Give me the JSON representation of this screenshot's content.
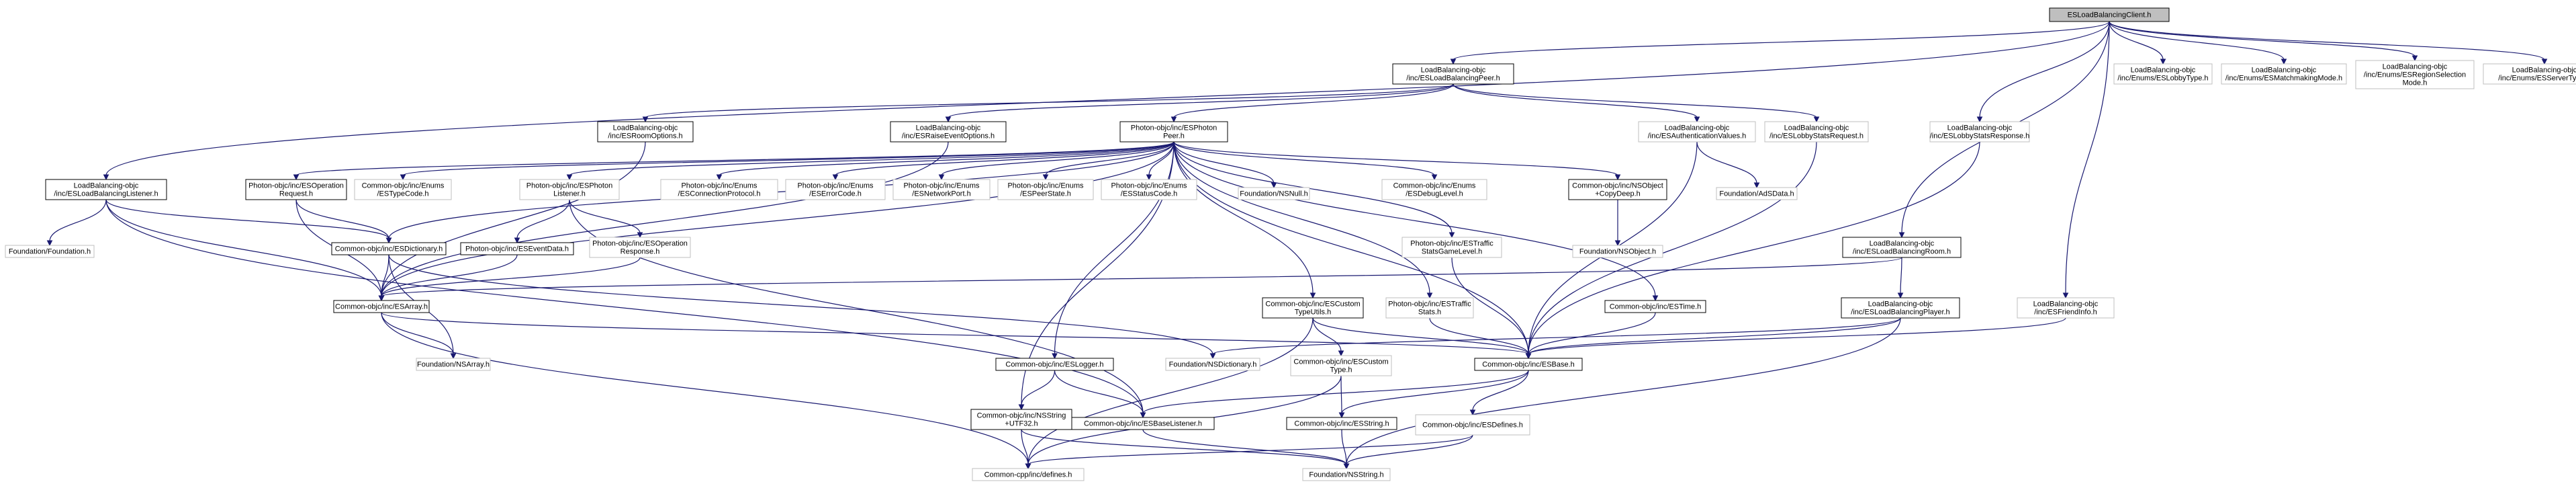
{
  "graph": {
    "title": "ESLoadBalancingClient.h",
    "colors": {
      "edge": "#191970",
      "root_fill": "#bfbfbf",
      "node_border": "#bfbfbf",
      "doc_border": "#000000",
      "background": "#ffffff"
    },
    "nodes": [
      {
        "id": "root",
        "lines": [
          "ESLoadBalancingClient.h"
        ],
        "kind": "root"
      },
      {
        "id": "peer",
        "lines": [
          "LoadBalancing-objc",
          "/inc/ESLoadBalancingPeer.h"
        ],
        "kind": "doc"
      },
      {
        "id": "lobbytype",
        "lines": [
          "LoadBalancing-objc",
          "/inc/Enums/ESLobbyType.h"
        ],
        "kind": "plain"
      },
      {
        "id": "matchmaking",
        "lines": [
          "LoadBalancing-objc",
          "/inc/Enums/ESMatchmakingMode.h"
        ],
        "kind": "plain"
      },
      {
        "id": "regionselection",
        "lines": [
          "LoadBalancing-objc",
          "/inc/Enums/ESRegionSelection",
          "Mode.h"
        ],
        "kind": "plain"
      },
      {
        "id": "servertype",
        "lines": [
          "LoadBalancing-objc",
          "/inc/Enums/ESServerType.h"
        ],
        "kind": "plain"
      },
      {
        "id": "roomoptions",
        "lines": [
          "LoadBalancing-objc",
          "/inc/ESRoomOptions.h"
        ],
        "kind": "doc"
      },
      {
        "id": "raiseevent",
        "lines": [
          "LoadBalancing-objc",
          "/inc/ESRaiseEventOptions.h"
        ],
        "kind": "doc"
      },
      {
        "id": "photonpeer",
        "lines": [
          "Photon-objc/inc/ESPhoton",
          "Peer.h"
        ],
        "kind": "doc"
      },
      {
        "id": "authvalues",
        "lines": [
          "LoadBalancing-objc",
          "/inc/ESAuthenticationValues.h"
        ],
        "kind": "plain"
      },
      {
        "id": "lobbystatsreq",
        "lines": [
          "LoadBalancing-objc",
          "/inc/ESLobbyStatsRequest.h"
        ],
        "kind": "plain"
      },
      {
        "id": "lobbystatsresp",
        "lines": [
          "LoadBalancing-objc",
          "/inc/ESLobbyStatsResponse.h"
        ],
        "kind": "plain"
      },
      {
        "id": "lblistener",
        "lines": [
          "LoadBalancing-objc",
          "/inc/ESLoadBalancingListener.h"
        ],
        "kind": "doc"
      },
      {
        "id": "photonop",
        "lines": [
          "Photon-objc/inc/ESOperation",
          "Request.h"
        ],
        "kind": "doc"
      },
      {
        "id": "typecode",
        "lines": [
          "Common-objc/inc/Enums",
          "/ESTypeCode.h"
        ],
        "kind": "plain"
      },
      {
        "id": "photonlistener",
        "lines": [
          "Photon-objc/inc/ESPhoton",
          "Listener.h"
        ],
        "kind": "plain"
      },
      {
        "id": "connproto",
        "lines": [
          "Photon-objc/inc/Enums",
          "/ESConnectionProtocol.h"
        ],
        "kind": "plain"
      },
      {
        "id": "errorcode",
        "lines": [
          "Photon-objc/inc/Enums",
          "/ESErrorCode.h"
        ],
        "kind": "plain"
      },
      {
        "id": "networkport",
        "lines": [
          "Photon-objc/inc/Enums",
          "/ESNetworkPort.h"
        ],
        "kind": "plain"
      },
      {
        "id": "peerstate",
        "lines": [
          "Photon-objc/inc/Enums",
          "/ESPeerState.h"
        ],
        "kind": "plain"
      },
      {
        "id": "statuscode",
        "lines": [
          "Photon-objc/inc/Enums",
          "/ESStatusCode.h"
        ],
        "kind": "plain"
      },
      {
        "id": "nsnull",
        "lines": [
          "Foundation/NSNull.h"
        ],
        "kind": "plain"
      },
      {
        "id": "debuglevel",
        "lines": [
          "Common-objc/inc/Enums",
          "/ESDebugLevel.h"
        ],
        "kind": "plain"
      },
      {
        "id": "nsobjectcopy",
        "lines": [
          "Common-objc/inc/NSObject",
          "+CopyDeep.h"
        ],
        "kind": "doc"
      },
      {
        "id": "adsdata",
        "lines": [
          "Foundation/AdSData.h"
        ],
        "kind": "plain"
      },
      {
        "id": "lbroom",
        "lines": [
          "LoadBalancing-objc",
          "/inc/ESLoadBalancingRoom.h"
        ],
        "kind": "doc"
      },
      {
        "id": "foundation",
        "lines": [
          "Foundation/Foundation.h"
        ],
        "kind": "plain"
      },
      {
        "id": "dictionary",
        "lines": [
          "Common-objc/inc/ESDictionary.h"
        ],
        "kind": "doc"
      },
      {
        "id": "eventdata",
        "lines": [
          "Photon-objc/inc/ESEventData.h"
        ],
        "kind": "doc"
      },
      {
        "id": "opresponse",
        "lines": [
          "Photon-objc/inc/ESOperation",
          "Response.h"
        ],
        "kind": "plain"
      },
      {
        "id": "trafficgame",
        "lines": [
          "Photon-objc/inc/ESTraffic",
          "StatsGameLevel.h"
        ],
        "kind": "plain"
      },
      {
        "id": "nsobject",
        "lines": [
          "Foundation/NSObject.h"
        ],
        "kind": "plain"
      },
      {
        "id": "esarray",
        "lines": [
          "Common-objc/inc/ESArray.h"
        ],
        "kind": "doc"
      },
      {
        "id": "customtypeutils",
        "lines": [
          "Common-objc/inc/ESCustom",
          "TypeUtils.h"
        ],
        "kind": "doc"
      },
      {
        "id": "trafficstats",
        "lines": [
          "Photon-objc/inc/ESTraffic",
          "Stats.h"
        ],
        "kind": "plain"
      },
      {
        "id": "estime",
        "lines": [
          "Common-objc/inc/ESTime.h"
        ],
        "kind": "doc"
      },
      {
        "id": "lbplayer",
        "lines": [
          "LoadBalancing-objc",
          "/inc/ESLoadBalancingPlayer.h"
        ],
        "kind": "doc"
      },
      {
        "id": "friendinfo",
        "lines": [
          "LoadBalancing-objc",
          "/inc/ESFriendInfo.h"
        ],
        "kind": "plain"
      },
      {
        "id": "nsarray",
        "lines": [
          "Foundation/NSArray.h"
        ],
        "kind": "plain"
      },
      {
        "id": "nsdictionary",
        "lines": [
          "Foundation/NSDictionary.h"
        ],
        "kind": "plain"
      },
      {
        "id": "customtype",
        "lines": [
          "Common-objc/inc/ESCustom",
          "Type.h"
        ],
        "kind": "plain"
      },
      {
        "id": "esbase",
        "lines": [
          "Common-objc/inc/ESBase.h"
        ],
        "kind": "doc"
      },
      {
        "id": "eslogger",
        "lines": [
          "Common-objc/inc/ESLogger.h"
        ],
        "kind": "doc"
      },
      {
        "id": "nsstringutf",
        "lines": [
          "Common-objc/inc/NSString",
          "+UTF32.h"
        ],
        "kind": "doc"
      },
      {
        "id": "baselistener",
        "lines": [
          "Common-objc/inc/ESBaseListener.h"
        ],
        "kind": "doc"
      },
      {
        "id": "esstring",
        "lines": [
          "Common-objc/inc/ESString.h"
        ],
        "kind": "doc"
      },
      {
        "id": "esdefines",
        "lines": [
          "Common-objc/inc/ESDefines.h"
        ],
        "kind": "plain"
      },
      {
        "id": "defines",
        "lines": [
          "Common-cpp/inc/defines.h"
        ],
        "kind": "plain"
      },
      {
        "id": "nsstring",
        "lines": [
          "Foundation/NSString.h"
        ],
        "kind": "plain"
      }
    ],
    "edges": [
      [
        "root",
        "peer"
      ],
      [
        "root",
        "lobbytype"
      ],
      [
        "root",
        "matchmaking"
      ],
      [
        "root",
        "regionselection"
      ],
      [
        "root",
        "servertype"
      ],
      [
        "root",
        "lbroom"
      ],
      [
        "root",
        "lobbystatsresp"
      ],
      [
        "root",
        "friendinfo"
      ],
      [
        "root",
        "lblistener"
      ],
      [
        "peer",
        "roomoptions"
      ],
      [
        "peer",
        "raiseevent"
      ],
      [
        "peer",
        "photonpeer"
      ],
      [
        "peer",
        "authvalues"
      ],
      [
        "peer",
        "lobbystatsreq"
      ],
      [
        "roomoptions",
        "esarray"
      ],
      [
        "raiseevent",
        "esarray"
      ],
      [
        "photonpeer",
        "photonop"
      ],
      [
        "photonpeer",
        "typecode"
      ],
      [
        "photonpeer",
        "photonlistener"
      ],
      [
        "photonpeer",
        "connproto"
      ],
      [
        "photonpeer",
        "errorcode"
      ],
      [
        "photonpeer",
        "networkport"
      ],
      [
        "photonpeer",
        "peerstate"
      ],
      [
        "photonpeer",
        "statuscode"
      ],
      [
        "photonpeer",
        "nsnull"
      ],
      [
        "photonpeer",
        "debuglevel"
      ],
      [
        "photonpeer",
        "nsobjectcopy"
      ],
      [
        "photonpeer",
        "trafficgame"
      ],
      [
        "photonpeer",
        "customtypeutils"
      ],
      [
        "photonpeer",
        "trafficstats"
      ],
      [
        "photonpeer",
        "estime"
      ],
      [
        "photonpeer",
        "esbase"
      ],
      [
        "photonpeer",
        "eslogger"
      ],
      [
        "photonpeer",
        "nsstringutf"
      ],
      [
        "photonpeer",
        "dictionary"
      ],
      [
        "photonpeer",
        "esarray"
      ],
      [
        "authvalues",
        "adsdata"
      ],
      [
        "authvalues",
        "esbase"
      ],
      [
        "lobbystatsreq",
        "esbase"
      ],
      [
        "lobbystatsresp",
        "esbase"
      ],
      [
        "lblistener",
        "foundation"
      ],
      [
        "lblistener",
        "dictionary"
      ],
      [
        "lblistener",
        "esarray"
      ],
      [
        "lblistener",
        "baselistener"
      ],
      [
        "photonop",
        "dictionary"
      ],
      [
        "photonop",
        "esarray"
      ],
      [
        "photonlistener",
        "eventdata"
      ],
      [
        "photonlistener",
        "opresponse"
      ],
      [
        "photonlistener",
        "baselistener"
      ],
      [
        "nsobjectcopy",
        "nsobject"
      ],
      [
        "lbroom",
        "lbplayer"
      ],
      [
        "lbroom",
        "esarray"
      ],
      [
        "dictionary",
        "esarray"
      ],
      [
        "dictionary",
        "nsdictionary"
      ],
      [
        "dictionary",
        "nsarray"
      ],
      [
        "eventdata",
        "esarray"
      ],
      [
        "opresponse",
        "esarray"
      ],
      [
        "trafficgame",
        "esbase"
      ],
      [
        "esarray",
        "nsarray"
      ],
      [
        "esarray",
        "esbase"
      ],
      [
        "esarray",
        "defines"
      ],
      [
        "customtypeutils",
        "customtype"
      ],
      [
        "customtypeutils",
        "esbase"
      ],
      [
        "customtypeutils",
        "defines"
      ],
      [
        "trafficstats",
        "esbase"
      ],
      [
        "estime",
        "esbase"
      ],
      [
        "lbplayer",
        "esbase"
      ],
      [
        "lbplayer",
        "nsdictionary"
      ],
      [
        "lbplayer",
        "nsstring"
      ],
      [
        "friendinfo",
        "esbase"
      ],
      [
        "customtype",
        "esstring"
      ],
      [
        "customtype",
        "defines"
      ],
      [
        "esbase",
        "baselistener"
      ],
      [
        "esbase",
        "esstring"
      ],
      [
        "esbase",
        "esdefines"
      ],
      [
        "eslogger",
        "nsstringutf"
      ],
      [
        "eslogger",
        "baselistener"
      ],
      [
        "nsstringutf",
        "defines"
      ],
      [
        "nsstringutf",
        "nsstring"
      ],
      [
        "baselistener",
        "nsstring"
      ],
      [
        "esstring",
        "nsstring"
      ],
      [
        "esdefines",
        "nsstring"
      ],
      [
        "esdefines",
        "defines"
      ]
    ]
  }
}
